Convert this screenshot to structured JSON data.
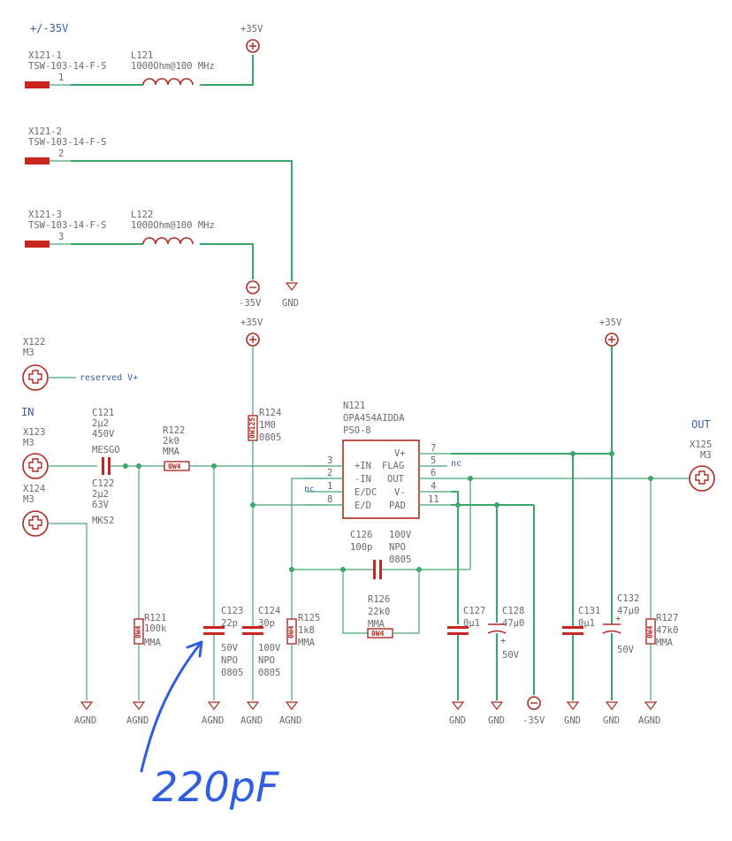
{
  "title": "+/-35V",
  "connectors": {
    "x121_1": {
      "ref": "X121-1",
      "part": "TSW-103-14-F-S",
      "pin": "1"
    },
    "x121_2": {
      "ref": "X121-2",
      "part": "TSW-103-14-F-S",
      "pin": "2"
    },
    "x121_3": {
      "ref": "X121-3",
      "part": "TSW-103-14-F-S",
      "pin": "3"
    }
  },
  "inductors": {
    "l121": {
      "ref": "L121",
      "value": "1000Ohm@100 MHz"
    },
    "l122": {
      "ref": "L122",
      "value": "1000Ohm@100 MHz"
    }
  },
  "power": {
    "p35_top": "+35V",
    "n35_top": "-35V",
    "gnd_top": "GND",
    "p35_mid": "+35V",
    "p35_right": "+35V"
  },
  "mounts": {
    "x122": {
      "ref": "X122",
      "type": "M3",
      "net": "reserved V+"
    },
    "x123": {
      "ref": "X123",
      "type": "M3"
    },
    "x124": {
      "ref": "X124",
      "type": "M3"
    },
    "x125": {
      "ref": "X125",
      "type": "M3"
    }
  },
  "io": {
    "in": "IN",
    "out": "OUT"
  },
  "opamp": {
    "ref": "N121",
    "part": "OPA454AIDDA",
    "package": "PSO-8",
    "pins_left": [
      {
        "num": "3",
        "name": "+IN"
      },
      {
        "num": "2",
        "name": "-IN"
      },
      {
        "num": "1",
        "name": "E/DC"
      },
      {
        "num": "8",
        "name": "E/D"
      }
    ],
    "pins_right": [
      {
        "num": "7",
        "name": "V+"
      },
      {
        "num": "5",
        "name": "FLAG"
      },
      {
        "num": "6",
        "name": "OUT"
      },
      {
        "num": "4",
        "name": "V-"
      },
      {
        "num": "11",
        "name": "PAD"
      }
    ],
    "nc_left": "nc",
    "nc_right": "nc"
  },
  "components": {
    "c121": {
      "ref": "C121",
      "value": "2µ2",
      "rating": "450V",
      "type": "MESGO"
    },
    "c122": {
      "ref": "C122",
      "value": "2µ2",
      "rating": "63V",
      "type": "MKS2"
    },
    "r122": {
      "ref": "R122",
      "value": "2k0",
      "type": "MMA",
      "body": "0W4"
    },
    "r124": {
      "ref": "R124",
      "value": "1M0",
      "type": "0805",
      "body": "0W125"
    },
    "r121": {
      "ref": "R121",
      "value": "100k",
      "type": "MMA",
      "body": "0W4"
    },
    "c123": {
      "ref": "C123",
      "value": "22p",
      "rating": "50V",
      "dielectric": "NPO",
      "size": "0805"
    },
    "c124": {
      "ref": "C124",
      "value": "30p",
      "rating": "100V",
      "dielectric": "NPO",
      "size": "0805"
    },
    "r125": {
      "ref": "R125",
      "value": "1k8",
      "type": "MMA",
      "body": "0W4"
    },
    "c126": {
      "ref": "C126",
      "value": "100p",
      "rating": "100V",
      "dielectric": "NPO",
      "size": "0805"
    },
    "r126": {
      "ref": "R126",
      "value": "22k0",
      "type": "MMA",
      "body": "0W4"
    },
    "c127": {
      "ref": "C127",
      "value": "0µ1"
    },
    "c128": {
      "ref": "C128",
      "value": "47µ0",
      "rating": "50V",
      "polarity": "+"
    },
    "c131": {
      "ref": "C131",
      "value": "0µ1"
    },
    "c132": {
      "ref": "C132",
      "value": "47µ0",
      "rating": "50V",
      "polarity": "+"
    },
    "r127": {
      "ref": "R127",
      "value": "47k0",
      "type": "MMA",
      "body": "0W4"
    }
  },
  "grounds": {
    "g1": "AGND",
    "g2": "AGND",
    "g3": "AGND",
    "g4": "AGND",
    "g5": "AGND",
    "g6": "GND",
    "g7": "GND",
    "g8": "-35V",
    "g9": "GND",
    "g10": "GND",
    "g11": "AGND"
  },
  "annotation": {
    "text": "220pF",
    "color": "#2f5fe0"
  }
}
